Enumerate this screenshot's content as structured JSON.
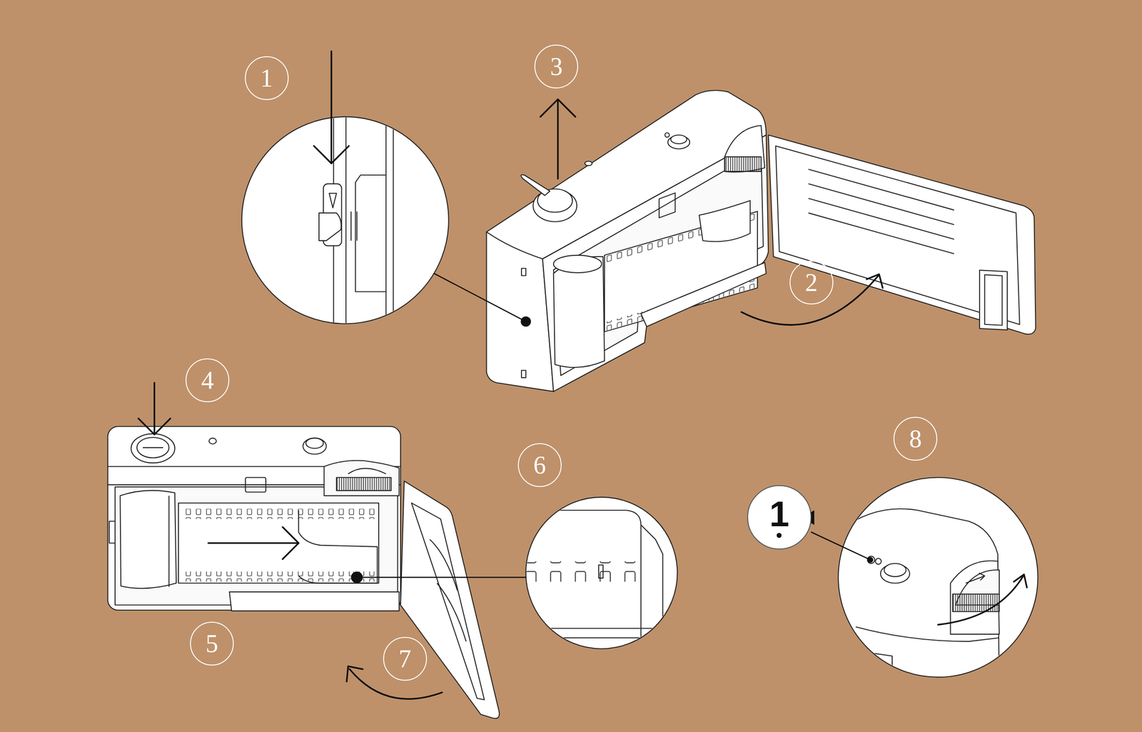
{
  "diagram": {
    "nodes": [
      {
        "text": [
          "1"
        ]
      },
      {
        "text": [
          "2"
        ]
      },
      {
        "text": [
          "3"
        ]
      },
      {
        "text": [
          "4"
        ]
      },
      {
        "text": [
          "5"
        ]
      },
      {
        "text": [
          "6"
        ]
      },
      {
        "text": [
          "7"
        ]
      },
      {
        "text": [
          "8"
        ]
      },
      {
        "text": [
          "1"
        ]
      }
    ]
  }
}
